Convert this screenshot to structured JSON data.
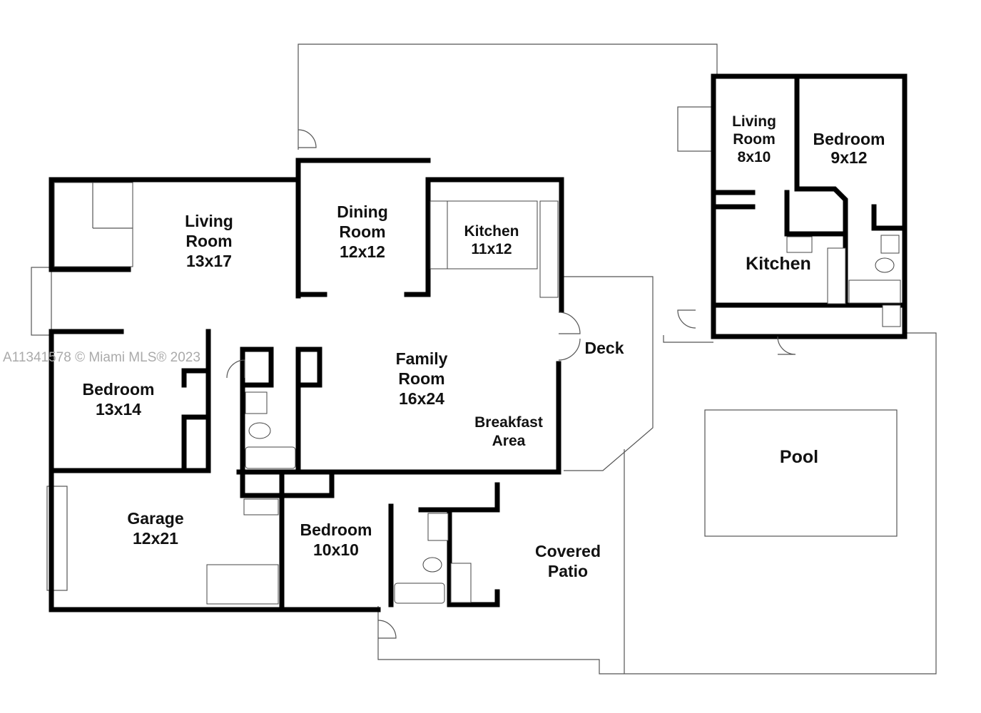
{
  "watermark": "A11341578 © Miami MLS® 2023",
  "rooms": {
    "living_main": [
      "Living",
      "Room",
      "13x17"
    ],
    "dining": [
      "Dining",
      "Room",
      "12x12"
    ],
    "kitchen_main": [
      "Kitchen",
      "11x12"
    ],
    "family": [
      "Family",
      "Room",
      "16x24"
    ],
    "breakfast": [
      "Breakfast",
      "Area"
    ],
    "deck": [
      "Deck"
    ],
    "bedroom_left": [
      "Bedroom",
      "13x14"
    ],
    "garage": [
      "Garage",
      "12x21"
    ],
    "bedroom_small": [
      "Bedroom",
      "10x10"
    ],
    "covered_patio": [
      "Covered",
      "Patio"
    ],
    "pool": [
      "Pool"
    ],
    "guest_living": [
      "Living",
      "Room",
      "8x10"
    ],
    "guest_bedroom": [
      "Bedroom",
      "9x12"
    ],
    "guest_kitchen": [
      "Kitchen"
    ]
  }
}
